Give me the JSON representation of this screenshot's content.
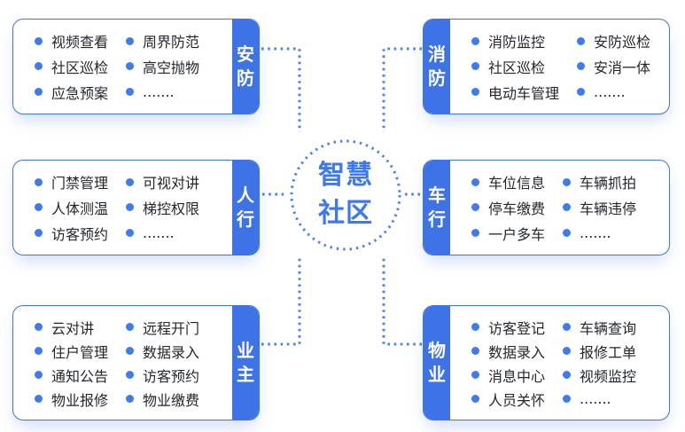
{
  "center": {
    "title_line1": "智慧",
    "title_line2": "社区"
  },
  "colors": {
    "primary_blue": "#3E73E8",
    "bullet_blue": "#3E7BF2",
    "dotted_line_blue": "#4A80F5",
    "center_text_blue": "#3E78F0",
    "item_text": "#22262E",
    "card_background": "#FFFFFF"
  },
  "cards": [
    {
      "id": "security",
      "tab": "安防",
      "items": [
        "视频查看",
        "社区巡检",
        "应急预案",
        "周界防范",
        "高空抛物",
        "......."
      ]
    },
    {
      "id": "fire-protection",
      "tab": "消防",
      "items": [
        "消防监控",
        "社区巡检",
        "电动车管理",
        "安防巡检",
        "安消一体",
        "......."
      ]
    },
    {
      "id": "pedestrian-access",
      "tab": "人行",
      "items": [
        "门禁管理",
        "人体测温",
        "访客预约",
        "可视对讲",
        "梯控权限",
        "......."
      ]
    },
    {
      "id": "vehicle-access",
      "tab": "车行",
      "items": [
        "车位信息",
        "停车缴费",
        "一户多车",
        "车辆抓拍",
        "车辆违停",
        "......."
      ]
    },
    {
      "id": "owner",
      "tab": "业主",
      "items": [
        "云对讲",
        "住户管理",
        "通知公告",
        "物业报修",
        "远程开门",
        "数据录入",
        "访客预约",
        "物业缴费"
      ]
    },
    {
      "id": "property-management",
      "tab": "物业",
      "items": [
        "访客登记",
        "数据录入",
        "消息中心",
        "人员关怀",
        "车辆查询",
        "报修工单",
        "视频监控",
        "......."
      ]
    }
  ]
}
